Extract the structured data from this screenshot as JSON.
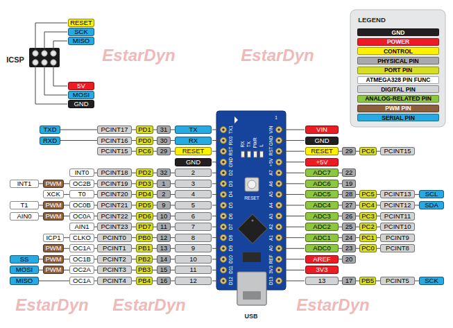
{
  "diagram": {
    "nodes": [
      {
        "text": [
          "RESET"
        ]
      },
      {
        "text": [
          "SCK"
        ]
      },
      {
        "text": [
          "MISO"
        ]
      },
      {
        "text": [
          "5V"
        ]
      },
      {
        "text": [
          "MOSI"
        ]
      },
      {
        "text": [
          "GND"
        ]
      },
      {
        "text": [
          "TXD"
        ]
      },
      {
        "text": [
          "PCINT17"
        ]
      },
      {
        "text": [
          "PD1"
        ]
      },
      {
        "text": [
          "31"
        ]
      },
      {
        "text": [
          "TX"
        ]
      },
      {
        "text": [
          "RXD"
        ]
      },
      {
        "text": [
          "PCINT16"
        ]
      },
      {
        "text": [
          "PD0"
        ]
      },
      {
        "text": [
          "30"
        ]
      },
      {
        "text": [
          "RX"
        ]
      },
      {
        "text": [
          "PCINT15"
        ]
      },
      {
        "text": [
          "PC6"
        ]
      },
      {
        "text": [
          "29"
        ]
      },
      {
        "text": [
          "RESET"
        ]
      },
      {
        "text": [
          "GND"
        ]
      },
      {
        "text": [
          "INT0"
        ]
      },
      {
        "text": [
          "PCINT18"
        ]
      },
      {
        "text": [
          "PD2"
        ]
      },
      {
        "text": [
          "32"
        ]
      },
      {
        "text": [
          "2"
        ]
      },
      {
        "text": [
          "INT1"
        ]
      },
      {
        "text": [
          "PWM"
        ]
      },
      {
        "text": [
          "OC2B"
        ]
      },
      {
        "text": [
          "PCINT19"
        ]
      },
      {
        "text": [
          "PD3"
        ]
      },
      {
        "text": [
          "1"
        ]
      },
      {
        "text": [
          "3"
        ]
      },
      {
        "text": [
          "XCK"
        ]
      },
      {
        "text": [
          "T0"
        ]
      },
      {
        "text": [
          "PCINT20"
        ]
      },
      {
        "text": [
          "PD4"
        ]
      },
      {
        "text": [
          "2"
        ]
      },
      {
        "text": [
          "4"
        ]
      },
      {
        "text": [
          "T1"
        ]
      },
      {
        "text": [
          "PWM"
        ]
      },
      {
        "text": [
          "OC0B"
        ]
      },
      {
        "text": [
          "PCINT21"
        ]
      },
      {
        "text": [
          "PD5"
        ]
      },
      {
        "text": [
          "9"
        ]
      },
      {
        "text": [
          "5"
        ]
      },
      {
        "text": [
          "AIN0"
        ]
      },
      {
        "text": [
          "PWM"
        ]
      },
      {
        "text": [
          "OC0A"
        ]
      },
      {
        "text": [
          "PCINT22"
        ]
      },
      {
        "text": [
          "PD6"
        ]
      },
      {
        "text": [
          "10"
        ]
      },
      {
        "text": [
          "6"
        ]
      },
      {
        "text": [
          "AIN1"
        ]
      },
      {
        "text": [
          "PCINT23"
        ]
      },
      {
        "text": [
          "PD7"
        ]
      },
      {
        "text": [
          "11"
        ]
      },
      {
        "text": [
          "7"
        ]
      },
      {
        "text": [
          "ICP1"
        ]
      },
      {
        "text": [
          "CLKO"
        ]
      },
      {
        "text": [
          "PCINT0"
        ]
      },
      {
        "text": [
          "PB0"
        ]
      },
      {
        "text": [
          "12"
        ]
      },
      {
        "text": [
          "8"
        ]
      },
      {
        "text": [
          "PWM"
        ]
      },
      {
        "text": [
          "OC1A"
        ]
      },
      {
        "text": [
          "PCINT1"
        ]
      },
      {
        "text": [
          "PB1"
        ]
      },
      {
        "text": [
          "13"
        ]
      },
      {
        "text": [
          "9"
        ]
      },
      {
        "text": [
          "SS"
        ]
      },
      {
        "text": [
          "PWM"
        ]
      },
      {
        "text": [
          "OC1B"
        ]
      },
      {
        "text": [
          "PCINT2"
        ]
      },
      {
        "text": [
          "PB2"
        ]
      },
      {
        "text": [
          "14"
        ]
      },
      {
        "text": [
          "10"
        ]
      },
      {
        "text": [
          "MOSI"
        ]
      },
      {
        "text": [
          "PWM"
        ]
      },
      {
        "text": [
          "OC2A"
        ]
      },
      {
        "text": [
          "PCINT3"
        ]
      },
      {
        "text": [
          "PB3"
        ]
      },
      {
        "text": [
          "15"
        ]
      },
      {
        "text": [
          "11"
        ]
      },
      {
        "text": [
          "MISO"
        ]
      },
      {
        "text": [
          "OC1A"
        ]
      },
      {
        "text": [
          "PCINT4"
        ]
      },
      {
        "text": [
          "PB4"
        ]
      },
      {
        "text": [
          "16"
        ]
      },
      {
        "text": [
          "12"
        ]
      },
      {
        "text": [
          "VIN"
        ]
      },
      {
        "text": [
          "GND"
        ]
      },
      {
        "text": [
          "RESET"
        ]
      },
      {
        "text": [
          "29"
        ]
      },
      {
        "text": [
          "PC6"
        ]
      },
      {
        "text": [
          "PCINT15"
        ]
      },
      {
        "text": [
          "+5V"
        ]
      },
      {
        "text": [
          "ADC7"
        ]
      },
      {
        "text": [
          "22"
        ]
      },
      {
        "text": [
          "ADC6"
        ]
      },
      {
        "text": [
          "19"
        ]
      },
      {
        "text": [
          "ADC5"
        ]
      },
      {
        "text": [
          "28"
        ]
      },
      {
        "text": [
          "PC5"
        ]
      },
      {
        "text": [
          "PCINT13"
        ]
      },
      {
        "text": [
          "SCL"
        ]
      },
      {
        "text": [
          "ADC4"
        ]
      },
      {
        "text": [
          "27"
        ]
      },
      {
        "text": [
          "PC4"
        ]
      },
      {
        "text": [
          "PCINT12"
        ]
      },
      {
        "text": [
          "SDA"
        ]
      },
      {
        "text": [
          "ADC3"
        ]
      },
      {
        "text": [
          "26"
        ]
      },
      {
        "text": [
          "PC3"
        ]
      },
      {
        "text": [
          "PCINT11"
        ]
      },
      {
        "text": [
          "ADC2"
        ]
      },
      {
        "text": [
          "25"
        ]
      },
      {
        "text": [
          "PC2"
        ]
      },
      {
        "text": [
          "PCINT10"
        ]
      },
      {
        "text": [
          "ADC1"
        ]
      },
      {
        "text": [
          "24"
        ]
      },
      {
        "text": [
          "PC1"
        ]
      },
      {
        "text": [
          "PCINT9"
        ]
      },
      {
        "text": [
          "ADC0"
        ]
      },
      {
        "text": [
          "23"
        ]
      },
      {
        "text": [
          "PC0"
        ]
      },
      {
        "text": [
          "PCINT8"
        ]
      },
      {
        "text": [
          "AREF"
        ]
      },
      {
        "text": [
          "20"
        ]
      },
      {
        "text": [
          "3V3"
        ]
      },
      {
        "text": [
          "13"
        ]
      },
      {
        "text": [
          "17"
        ]
      },
      {
        "text": [
          "PB5"
        ]
      },
      {
        "text": [
          "PCINT5"
        ]
      },
      {
        "text": [
          "SCK"
        ]
      }
    ],
    "edges": [
      {
        "from": 6,
        "to": 7,
        "arrow": "none"
      },
      {
        "from": 7,
        "to": 8,
        "arrow": "none"
      },
      {
        "from": 8,
        "to": 9,
        "arrow": "none"
      },
      {
        "from": 9,
        "to": 10,
        "arrow": "none"
      },
      {
        "from": 11,
        "to": 12,
        "arrow": "none"
      },
      {
        "from": 12,
        "to": 13,
        "arrow": "none"
      },
      {
        "from": 13,
        "to": 14,
        "arrow": "none"
      },
      {
        "from": 14,
        "to": 15,
        "arrow": "none"
      },
      {
        "from": 16,
        "to": 17,
        "arrow": "none"
      },
      {
        "from": 17,
        "to": 18,
        "arrow": "none"
      },
      {
        "from": 18,
        "to": 19,
        "arrow": "none"
      },
      {
        "from": 21,
        "to": 22,
        "arrow": "none"
      },
      {
        "from": 22,
        "to": 23,
        "arrow": "none"
      },
      {
        "from": 23,
        "to": 24,
        "arrow": "none"
      },
      {
        "from": 24,
        "to": 25,
        "arrow": "none"
      },
      {
        "from": 26,
        "to": 27,
        "arrow": "none"
      },
      {
        "from": 27,
        "to": 28,
        "arrow": "none"
      },
      {
        "from": 28,
        "to": 29,
        "arrow": "none"
      },
      {
        "from": 29,
        "to": 30,
        "arrow": "none"
      },
      {
        "from": 30,
        "to": 31,
        "arrow": "none"
      },
      {
        "from": 31,
        "to": 32,
        "arrow": "none"
      },
      {
        "from": 33,
        "to": 34,
        "arrow": "none"
      },
      {
        "from": 34,
        "to": 35,
        "arrow": "none"
      },
      {
        "from": 35,
        "to": 36,
        "arrow": "none"
      },
      {
        "from": 36,
        "to": 37,
        "arrow": "none"
      },
      {
        "from": 37,
        "to": 38,
        "arrow": "none"
      },
      {
        "from": 39,
        "to": 40,
        "arrow": "none"
      },
      {
        "from": 40,
        "to": 41,
        "arrow": "none"
      },
      {
        "from": 41,
        "to": 42,
        "arrow": "none"
      },
      {
        "from": 42,
        "to": 43,
        "arrow": "none"
      },
      {
        "from": 43,
        "to": 44,
        "arrow": "none"
      },
      {
        "from": 44,
        "to": 45,
        "arrow": "none"
      },
      {
        "from": 46,
        "to": 47,
        "arrow": "none"
      },
      {
        "from": 47,
        "to": 48,
        "arrow": "none"
      },
      {
        "from": 48,
        "to": 49,
        "arrow": "none"
      },
      {
        "from": 49,
        "to": 50,
        "arrow": "none"
      },
      {
        "from": 50,
        "to": 51,
        "arrow": "none"
      },
      {
        "from": 51,
        "to": 52,
        "arrow": "none"
      },
      {
        "from": 53,
        "to": 54,
        "arrow": "none"
      },
      {
        "from": 54,
        "to": 55,
        "arrow": "none"
      },
      {
        "from": 55,
        "to": 56,
        "arrow": "none"
      },
      {
        "from": 56,
        "to": 57,
        "arrow": "none"
      },
      {
        "from": 58,
        "to": 59,
        "arrow": "none"
      },
      {
        "from": 59,
        "to": 60,
        "arrow": "none"
      },
      {
        "from": 60,
        "to": 61,
        "arrow": "none"
      },
      {
        "from": 61,
        "to": 62,
        "arrow": "none"
      },
      {
        "from": 62,
        "to": 63,
        "arrow": "none"
      },
      {
        "from": 64,
        "to": 65,
        "arrow": "none"
      },
      {
        "from": 65,
        "to": 66,
        "arrow": "none"
      },
      {
        "from": 66,
        "to": 67,
        "arrow": "none"
      },
      {
        "from": 67,
        "to": 68,
        "arrow": "none"
      },
      {
        "from": 68,
        "to": 69,
        "arrow": "none"
      },
      {
        "from": 70,
        "to": 71,
        "arrow": "none"
      },
      {
        "from": 71,
        "to": 72,
        "arrow": "none"
      },
      {
        "from": 72,
        "to": 73,
        "arrow": "none"
      },
      {
        "from": 73,
        "to": 74,
        "arrow": "none"
      },
      {
        "from": 74,
        "to": 75,
        "arrow": "none"
      },
      {
        "from": 75,
        "to": 76,
        "arrow": "none"
      },
      {
        "from": 77,
        "to": 78,
        "arrow": "none"
      },
      {
        "from": 78,
        "to": 79,
        "arrow": "none"
      },
      {
        "from": 79,
        "to": 80,
        "arrow": "none"
      },
      {
        "from": 80,
        "to": 81,
        "arrow": "none"
      },
      {
        "from": 81,
        "to": 82,
        "arrow": "none"
      },
      {
        "from": 82,
        "to": 83,
        "arrow": "none"
      },
      {
        "from": 84,
        "to": 85,
        "arrow": "none"
      },
      {
        "from": 85,
        "to": 86,
        "arrow": "none"
      },
      {
        "from": 86,
        "to": 87,
        "arrow": "none"
      },
      {
        "from": 87,
        "to": 88,
        "arrow": "none"
      },
      {
        "from": 88,
        "to": 89,
        "arrow": "none"
      },
      {
        "from": 92,
        "to": 93,
        "arrow": "none"
      },
      {
        "from": 93,
        "to": 94,
        "arrow": "none"
      },
      {
        "from": 94,
        "to": 95,
        "arrow": "none"
      },
      {
        "from": 97,
        "to": 98,
        "arrow": "none"
      },
      {
        "from": 99,
        "to": 100,
        "arrow": "none"
      },
      {
        "from": 101,
        "to": 102,
        "arrow": "none"
      },
      {
        "from": 102,
        "to": 103,
        "arrow": "none"
      },
      {
        "from": 103,
        "to": 104,
        "arrow": "none"
      },
      {
        "from": 104,
        "to": 105,
        "arrow": "none"
      },
      {
        "from": 106,
        "to": 107,
        "arrow": "none"
      },
      {
        "from": 107,
        "to": 108,
        "arrow": "none"
      },
      {
        "from": 108,
        "to": 109,
        "arrow": "none"
      },
      {
        "from": 109,
        "to": 110,
        "arrow": "none"
      },
      {
        "from": 111,
        "to": 112,
        "arrow": "none"
      },
      {
        "from": 112,
        "to": 113,
        "arrow": "none"
      },
      {
        "from": 113,
        "to": 114,
        "arrow": "none"
      },
      {
        "from": 115,
        "to": 116,
        "arrow": "none"
      },
      {
        "from": 116,
        "to": 117,
        "arrow": "none"
      },
      {
        "from": 117,
        "to": 118,
        "arrow": "none"
      },
      {
        "from": 119,
        "to": 120,
        "arrow": "none"
      },
      {
        "from": 120,
        "to": 121,
        "arrow": "none"
      },
      {
        "from": 121,
        "to": 122,
        "arrow": "none"
      },
      {
        "from": 123,
        "to": 124,
        "arrow": "none"
      },
      {
        "from": 124,
        "to": 125,
        "arrow": "none"
      },
      {
        "from": 125,
        "to": 126,
        "arrow": "none"
      },
      {
        "from": 127,
        "to": 128,
        "arrow": "none"
      },
      {
        "from": 130,
        "to": 131,
        "arrow": "none"
      },
      {
        "from": 131,
        "to": 132,
        "arrow": "none"
      },
      {
        "from": 132,
        "to": 133,
        "arrow": "none"
      },
      {
        "from": 133,
        "to": 134,
        "arrow": "none"
      }
    ],
    "labels": [
      "ICSP",
      "LEGEND",
      "USB",
      "TX1",
      "RX0",
      "RST",
      "GND",
      "D2",
      "D3",
      "D4",
      "D5",
      "D6",
      "D7",
      "D8",
      "D9",
      "D10",
      "D11",
      "D12",
      "VIN",
      "GND",
      "RST",
      "+5V",
      "A7",
      "A6",
      "A5",
      "A4",
      "A3",
      "A2",
      "A1",
      "A0",
      "REF",
      "3V3",
      "D13",
      "RX",
      "TX",
      "PWR",
      "L",
      "RESET",
      "1",
      "EstarDyn",
      "EstarDyn",
      "EstarDyn",
      "EstarDyn",
      "EstarDyn"
    ],
    "legend": [
      {
        "text": "GND",
        "color": "#231f20"
      },
      {
        "text": "POWER",
        "color": "#ed1c24"
      },
      {
        "text": "CONTROL",
        "color": "#fff200"
      },
      {
        "text": "PHYSICAL PIN",
        "color": "#a7a9ac"
      },
      {
        "text": "PORT PIN",
        "color": "#d7df23"
      },
      {
        "text": "ATMEGA328 PIN FUNC",
        "color": "#ffffff"
      },
      {
        "text": "DIGITAL PIN",
        "color": "#d1d3d4"
      },
      {
        "text": "ANALOG-RELATED PIN",
        "color": "#8dc63f"
      },
      {
        "text": "PWM PIN",
        "color": "#8b5e3c"
      },
      {
        "text": "SERIAL PIN",
        "color": "#27aae1"
      }
    ]
  }
}
